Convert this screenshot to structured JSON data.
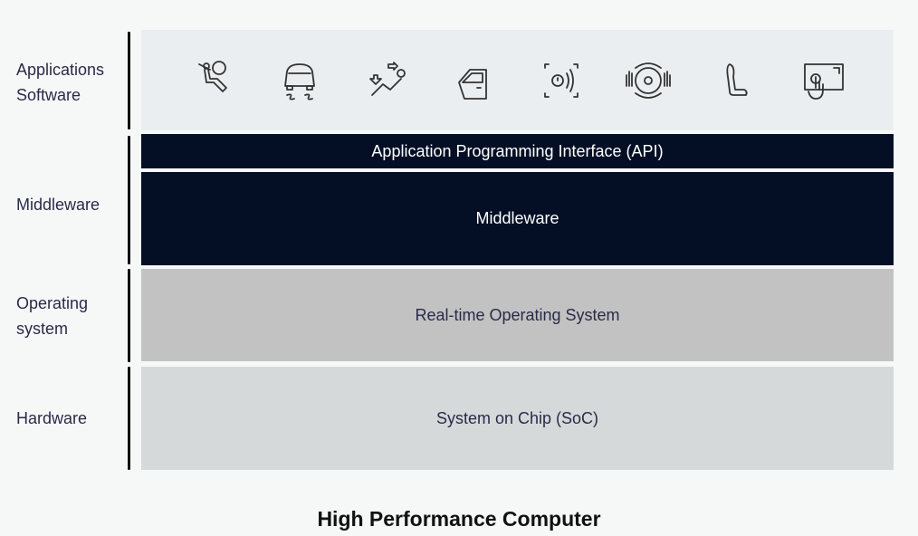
{
  "layers": {
    "applications": {
      "label_line1": "Applications",
      "label_line2": "Software"
    },
    "middleware": {
      "label": "Middleware"
    },
    "os": {
      "label_line1": "Operating",
      "label_line2": "system"
    },
    "hardware": {
      "label": "Hardware"
    }
  },
  "boxes": {
    "api": "Application Programming Interface (API)",
    "middleware": "Middleware",
    "os": "Real-time Operating System",
    "hardware": "System on Chip (SoC)"
  },
  "app_icons": [
    "seatbelt-driver-icon",
    "car-skid-icon",
    "climate-airflow-icon",
    "car-door-icon",
    "warning-sensor-icon",
    "hands-on-steering-wheel-icon",
    "seat-icon",
    "touchscreen-icon"
  ],
  "caption": "High Performance Computer",
  "colors": {
    "dark_box": "#040f26",
    "os_box": "#c2c2c2",
    "hw_box": "#d5d9da",
    "apps_box": "#ebeef0"
  }
}
